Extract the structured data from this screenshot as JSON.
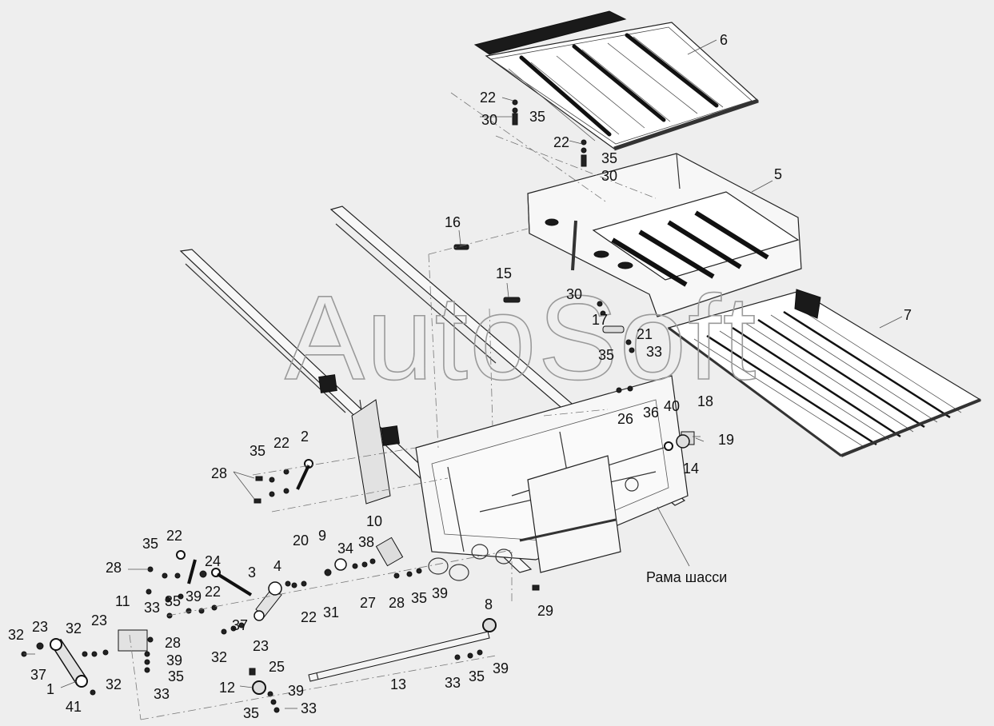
{
  "watermark": "AutoSoft",
  "frame_label": "Рама шасси",
  "labels": [
    {
      "id": "l6",
      "text": "6"
    },
    {
      "id": "l22a",
      "text": "22"
    },
    {
      "id": "l35a",
      "text": "35"
    },
    {
      "id": "l30a",
      "text": "30"
    },
    {
      "id": "l22b",
      "text": "22"
    },
    {
      "id": "l35b",
      "text": "35"
    },
    {
      "id": "l30b",
      "text": "30"
    },
    {
      "id": "l5",
      "text": "5"
    },
    {
      "id": "l16",
      "text": "16"
    },
    {
      "id": "l15",
      "text": "15"
    },
    {
      "id": "l30c",
      "text": "30"
    },
    {
      "id": "l17",
      "text": "17"
    },
    {
      "id": "l21",
      "text": "21"
    },
    {
      "id": "l35c",
      "text": "35"
    },
    {
      "id": "l33a",
      "text": "33"
    },
    {
      "id": "l7",
      "text": "7"
    },
    {
      "id": "l26",
      "text": "26"
    },
    {
      "id": "l36",
      "text": "36"
    },
    {
      "id": "l40",
      "text": "40"
    },
    {
      "id": "l18",
      "text": "18"
    },
    {
      "id": "l19",
      "text": "19"
    },
    {
      "id": "l14",
      "text": "14"
    },
    {
      "id": "l2",
      "text": "2"
    },
    {
      "id": "l35d",
      "text": "35"
    },
    {
      "id": "l22c",
      "text": "22"
    },
    {
      "id": "l28a",
      "text": "28"
    },
    {
      "id": "l10",
      "text": "10"
    },
    {
      "id": "l9",
      "text": "9"
    },
    {
      "id": "l20",
      "text": "20"
    },
    {
      "id": "l34",
      "text": "34"
    },
    {
      "id": "l38",
      "text": "38"
    },
    {
      "id": "l35e",
      "text": "35"
    },
    {
      "id": "l22d",
      "text": "22"
    },
    {
      "id": "l24",
      "text": "24"
    },
    {
      "id": "l28b",
      "text": "28"
    },
    {
      "id": "l3",
      "text": "3"
    },
    {
      "id": "l4",
      "text": "4"
    },
    {
      "id": "l33b",
      "text": "33"
    },
    {
      "id": "l35f",
      "text": "35"
    },
    {
      "id": "l39a",
      "text": "39"
    },
    {
      "id": "l22e",
      "text": "22"
    },
    {
      "id": "l27",
      "text": "27"
    },
    {
      "id": "l28c",
      "text": "28"
    },
    {
      "id": "l35g",
      "text": "35"
    },
    {
      "id": "l39b",
      "text": "39"
    },
    {
      "id": "l22f",
      "text": "22"
    },
    {
      "id": "l31",
      "text": "31"
    },
    {
      "id": "l8",
      "text": "8"
    },
    {
      "id": "l29",
      "text": "29"
    },
    {
      "id": "l11",
      "text": "11"
    },
    {
      "id": "l32a",
      "text": "32"
    },
    {
      "id": "l23a",
      "text": "23"
    },
    {
      "id": "l32b",
      "text": "32"
    },
    {
      "id": "l23b",
      "text": "23"
    },
    {
      "id": "l28d",
      "text": "28"
    },
    {
      "id": "l37a",
      "text": "37"
    },
    {
      "id": "l23c",
      "text": "23"
    },
    {
      "id": "l32c",
      "text": "32"
    },
    {
      "id": "l39c",
      "text": "39"
    },
    {
      "id": "l35h",
      "text": "35"
    },
    {
      "id": "l37b",
      "text": "37"
    },
    {
      "id": "l1",
      "text": "1"
    },
    {
      "id": "l32d",
      "text": "32"
    },
    {
      "id": "l33c",
      "text": "33"
    },
    {
      "id": "l41",
      "text": "41"
    },
    {
      "id": "l25",
      "text": "25"
    },
    {
      "id": "l12",
      "text": "12"
    },
    {
      "id": "l39d",
      "text": "39"
    },
    {
      "id": "l35i",
      "text": "35"
    },
    {
      "id": "l33d",
      "text": "33"
    },
    {
      "id": "l13",
      "text": "13"
    },
    {
      "id": "l33e",
      "text": "33"
    },
    {
      "id": "l35j",
      "text": "35"
    },
    {
      "id": "l39e",
      "text": "39"
    }
  ]
}
